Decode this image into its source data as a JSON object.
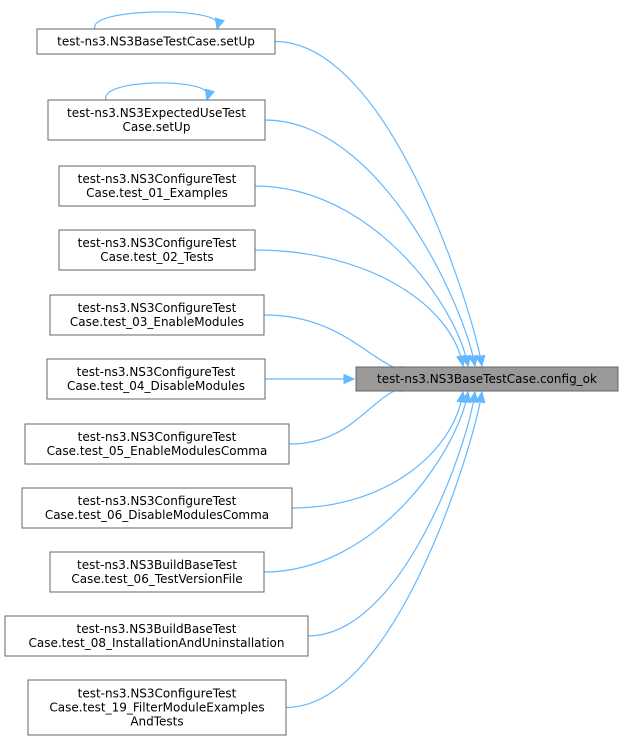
{
  "target": {
    "lines": [
      "test-ns3.NS3BaseTestCase.config_ok"
    ]
  },
  "callers": [
    {
      "lines": [
        "test-ns3.NS3BaseTestCase.setUp"
      ],
      "self_loop": true
    },
    {
      "lines": [
        "test-ns3.NS3ExpectedUseTest",
        "Case.setUp"
      ],
      "self_loop": true
    },
    {
      "lines": [
        "test-ns3.NS3ConfigureTest",
        "Case.test_01_Examples"
      ]
    },
    {
      "lines": [
        "test-ns3.NS3ConfigureTest",
        "Case.test_02_Tests"
      ]
    },
    {
      "lines": [
        "test-ns3.NS3ConfigureTest",
        "Case.test_03_EnableModules"
      ]
    },
    {
      "lines": [
        "test-ns3.NS3ConfigureTest",
        "Case.test_04_DisableModules"
      ]
    },
    {
      "lines": [
        "test-ns3.NS3ConfigureTest",
        "Case.test_05_EnableModulesComma"
      ]
    },
    {
      "lines": [
        "test-ns3.NS3ConfigureTest",
        "Case.test_06_DisableModulesComma"
      ]
    },
    {
      "lines": [
        "test-ns3.NS3BuildBaseTest",
        "Case.test_06_TestVersionFile"
      ]
    },
    {
      "lines": [
        "test-ns3.NS3BuildBaseTest",
        "Case.test_08_InstallationAndUninstallation"
      ]
    },
    {
      "lines": [
        "test-ns3.NS3ConfigureTest",
        "Case.test_19_FilterModuleExamples",
        "AndTests"
      ]
    }
  ],
  "colors": {
    "edge": "#63b8ff",
    "target_fill": "#999999",
    "node_border": "#666666"
  }
}
